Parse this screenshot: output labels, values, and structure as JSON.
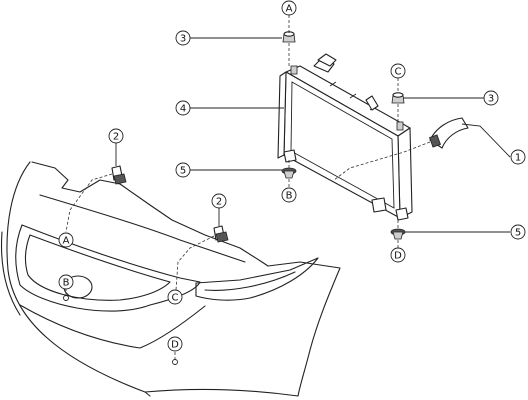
{
  "callouts": {
    "c1": "1",
    "c2a": "2",
    "c2b": "2",
    "c3a": "3",
    "c3b": "3",
    "c4": "4",
    "c5a": "5",
    "c5b": "5"
  },
  "letters": {
    "a_top": "A",
    "a_body": "A",
    "b_mount": "B",
    "b_body": "B",
    "c_top": "C",
    "c_body": "C",
    "d_mount": "D",
    "d_body": "D"
  }
}
